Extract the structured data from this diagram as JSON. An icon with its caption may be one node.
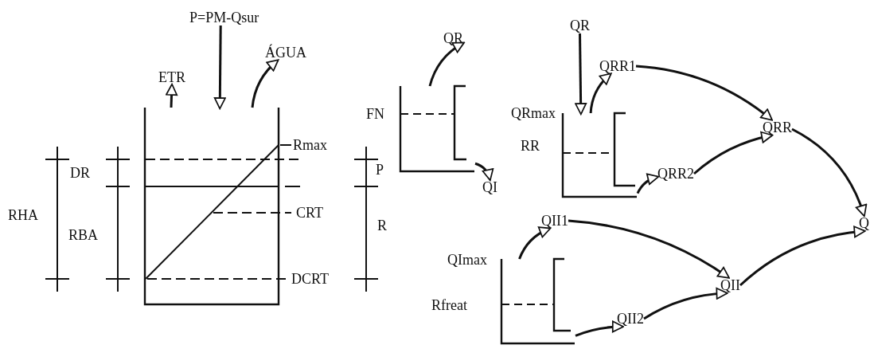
{
  "diagram": {
    "nodes": [
      {
        "text": [
          "P=PM-Qsur"
        ]
      },
      {
        "text": [],
        "shape": "box"
      },
      {
        "text": [
          "ETR"
        ]
      },
      {
        "text": [
          "ÁGUA"
        ]
      },
      {
        "text": [],
        "shape": "box"
      },
      {
        "text": [
          "QR"
        ]
      },
      {
        "text": [
          "QI"
        ]
      },
      {
        "text": [
          "QR"
        ]
      },
      {
        "text": [],
        "shape": "box"
      },
      {
        "text": [
          "QRR1"
        ]
      },
      {
        "text": [
          "QRR2"
        ]
      },
      {
        "text": [
          "QRR"
        ]
      },
      {
        "text": [],
        "shape": "box"
      },
      {
        "text": [
          "QII1"
        ]
      },
      {
        "text": [
          "QII2"
        ]
      },
      {
        "text": [
          "QII"
        ]
      },
      {
        "text": [
          "Q"
        ]
      }
    ],
    "edges": [
      {
        "from": 0,
        "to": 1,
        "arrow": "to"
      },
      {
        "from": 1,
        "to": 2,
        "arrow": "to"
      },
      {
        "from": 1,
        "to": 3,
        "arrow": "to"
      },
      {
        "from": 4,
        "to": 5,
        "arrow": "to"
      },
      {
        "from": 4,
        "to": 6,
        "arrow": "to"
      },
      {
        "from": 7,
        "to": 8,
        "arrow": "to"
      },
      {
        "from": 8,
        "to": 9,
        "arrow": "to"
      },
      {
        "from": 8,
        "to": 10,
        "arrow": "to"
      },
      {
        "from": 9,
        "to": 11,
        "arrow": "to"
      },
      {
        "from": 10,
        "to": 11,
        "arrow": "to"
      },
      {
        "from": 12,
        "to": 13,
        "arrow": "to"
      },
      {
        "from": 12,
        "to": 14,
        "arrow": "to"
      },
      {
        "from": 13,
        "to": 15,
        "arrow": "to"
      },
      {
        "from": 14,
        "to": 15,
        "arrow": "to"
      },
      {
        "from": 11,
        "to": 16,
        "arrow": "to"
      },
      {
        "from": 15,
        "to": 16,
        "arrow": "to"
      }
    ],
    "labels": [
      "Rmax",
      "DR",
      "P",
      "RHA",
      "RBA",
      "CRT",
      "R",
      "DCRT",
      "FN",
      "QRmax",
      "RR",
      "QImax",
      "Rfreat"
    ]
  }
}
